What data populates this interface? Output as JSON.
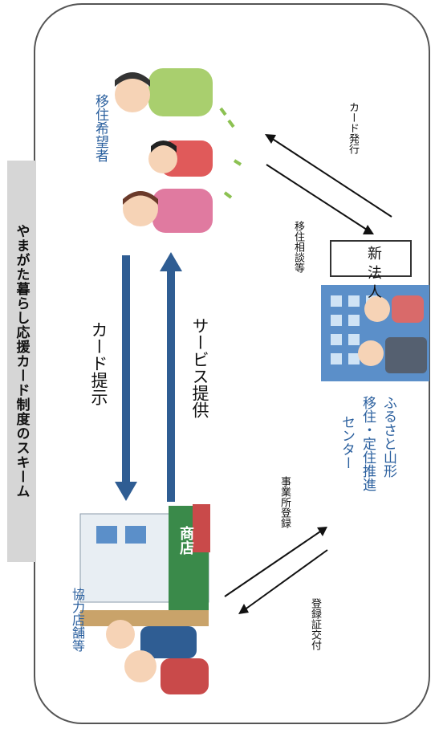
{
  "title": "やまがた暮らし応援カード制度のスキーム",
  "nodes": {
    "migrants": "移住希望者",
    "stores": "協力店舗等",
    "center_line1": "ふるさと山形",
    "center_line2": "移住・定住推進",
    "center_line3": "センター",
    "sign": "新法人",
    "store_sign": "商店"
  },
  "edges": {
    "card_present": "カード提示",
    "service_provide": "サービス提供",
    "card_issue": "カード発行",
    "consultation": "移住相談等",
    "business_registration": "事業所登録",
    "certificate_issue": "登録証交付"
  },
  "colors": {
    "arrow_blue": "#2f5d93",
    "label_blue": "#2a5f9e"
  }
}
